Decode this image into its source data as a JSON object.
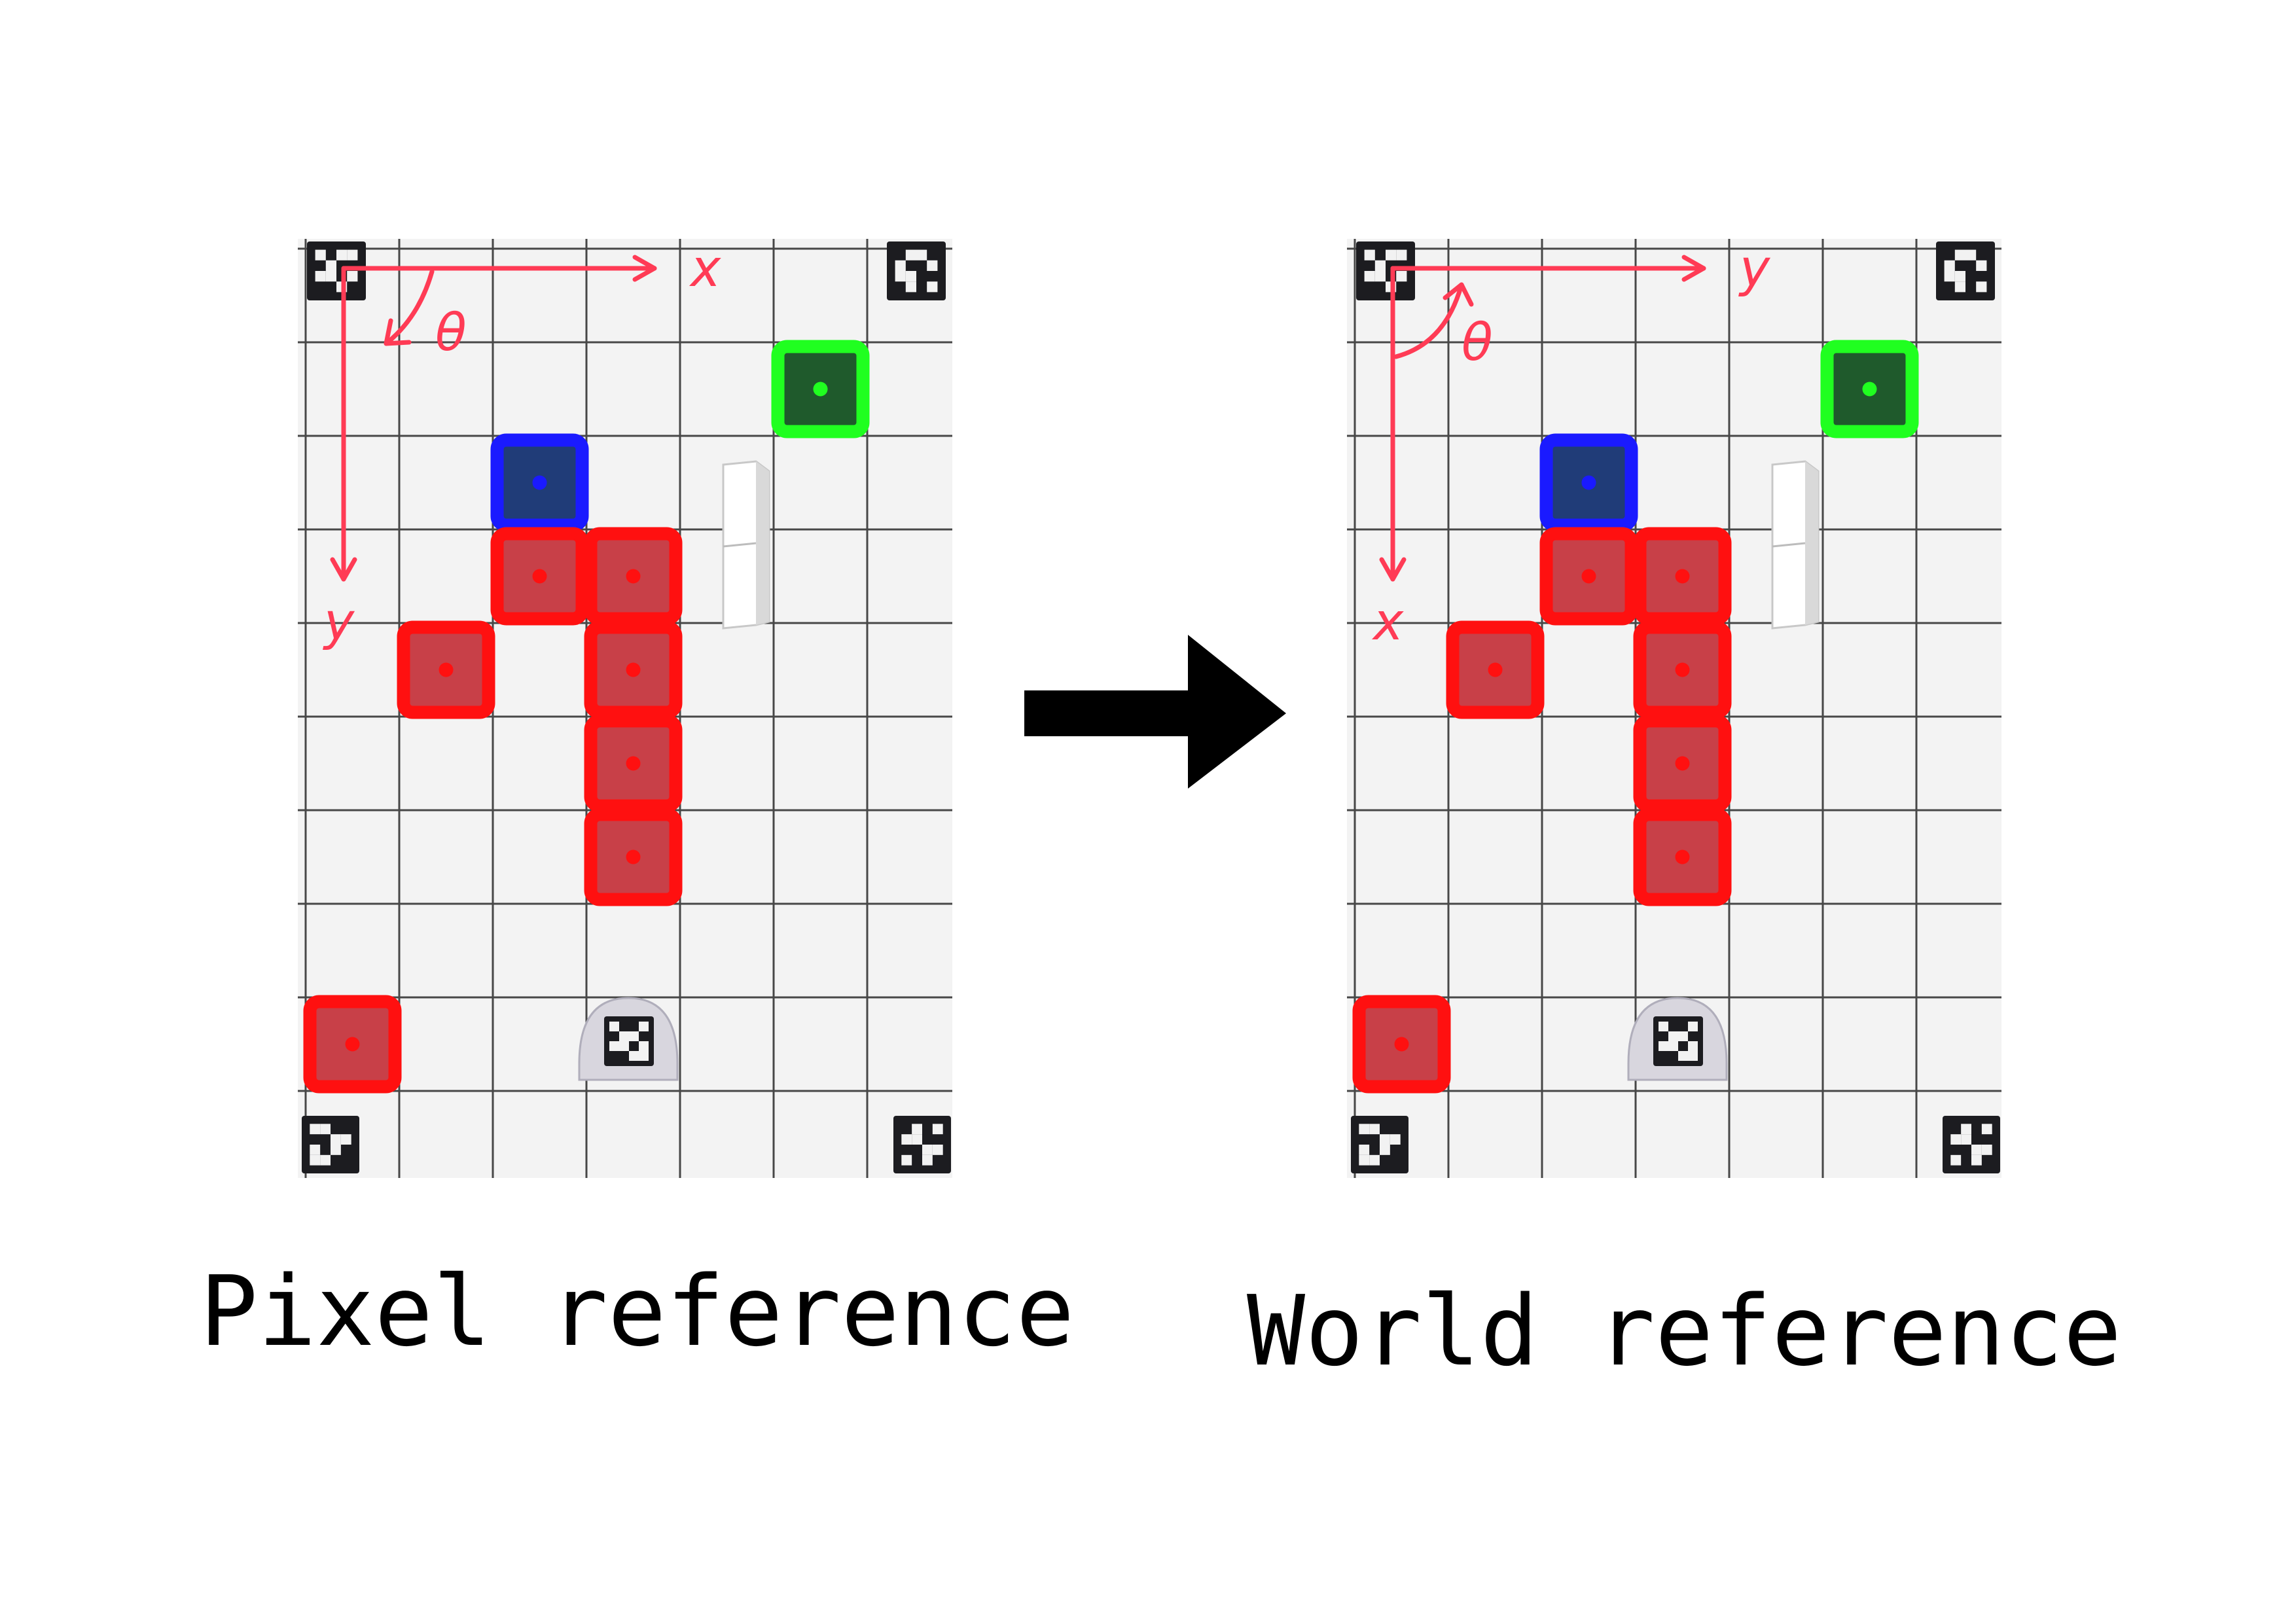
{
  "left_panel": {
    "caption": "Pixel reference",
    "axis_labels": {
      "horizontal": "x",
      "vertical": "y",
      "angle": "θ"
    }
  },
  "right_panel": {
    "caption": "World reference",
    "axis_labels": {
      "horizontal": "y",
      "vertical": "x",
      "angle": "θ"
    }
  },
  "board": {
    "columns": 7,
    "rows": 10,
    "blocks": [
      {
        "role": "goal",
        "color": "green",
        "col": 5,
        "row": 1
      },
      {
        "role": "agent",
        "color": "blue",
        "col": 2,
        "row": 2
      },
      {
        "role": "obstacle",
        "color": "red",
        "col": 2,
        "row": 3
      },
      {
        "role": "obstacle",
        "color": "red",
        "col": 3,
        "row": 3
      },
      {
        "role": "obstacle",
        "color": "red",
        "col": 1,
        "row": 4
      },
      {
        "role": "obstacle",
        "color": "red",
        "col": 3,
        "row": 4
      },
      {
        "role": "obstacle",
        "color": "red",
        "col": 3,
        "row": 5
      },
      {
        "role": "obstacle",
        "color": "red",
        "col": 3,
        "row": 6
      },
      {
        "role": "obstacle",
        "color": "red",
        "col": 0,
        "row": 8
      }
    ]
  },
  "colors": {
    "annotation": "#ff3b55",
    "red_block": "#ff1010",
    "blue_block": "#1a1aff",
    "green_block": "#20ff20",
    "arrow": "#000000"
  },
  "icons": [
    "fiducial-marker-icon",
    "robot-icon",
    "wall-obstacle-icon",
    "right-arrow-icon"
  ]
}
